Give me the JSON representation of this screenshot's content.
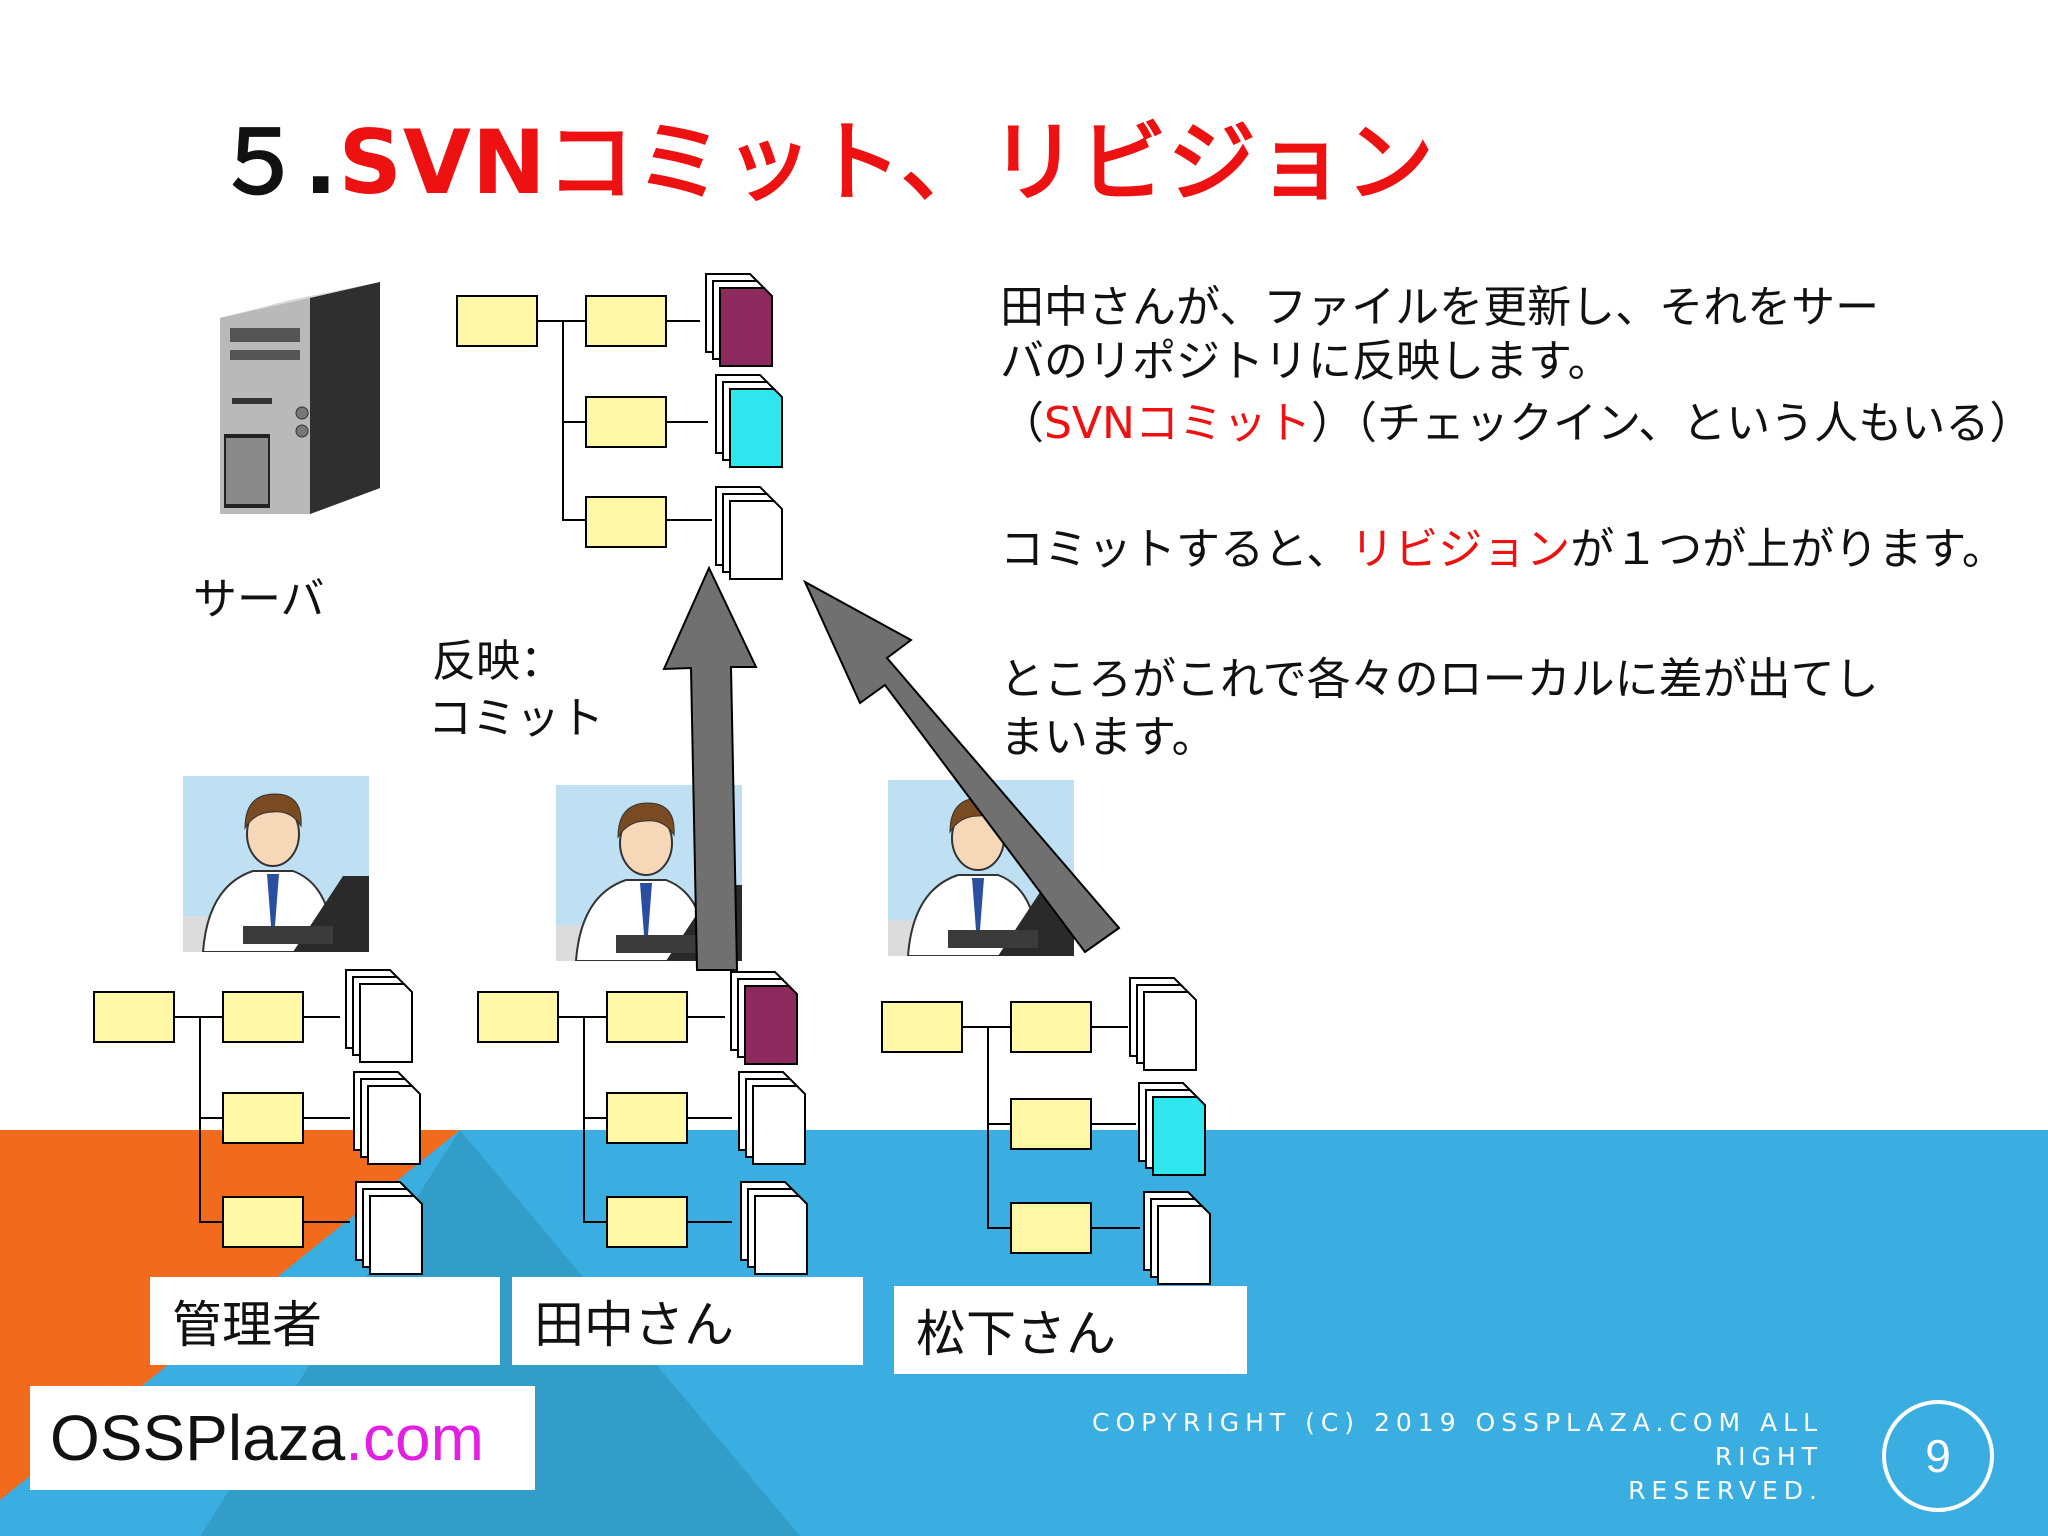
{
  "title": {
    "number": "５",
    "dot": ".",
    "text": "SVNコミット、リビジョン"
  },
  "server_label": "サーバ",
  "commit_label": {
    "line1": "反映：",
    "line2": "コミット"
  },
  "description": {
    "line1": "田中さんが、ファイルを更新し、それをサー",
    "line2": "バのリポジトリに反映します。",
    "line3_a": "（",
    "line3_red": "SVNコミット",
    "line3_b": "）（チェックイン、という人もいる）",
    "line4_a": "コミットすると、",
    "line4_red": "リビジョン",
    "line4_b": "が１つが上がります。",
    "line5": "ところがこれで各々のローカルに差が出てし",
    "line6": "まいます。"
  },
  "users": [
    {
      "name": "管理者"
    },
    {
      "name": "田中さん"
    },
    {
      "name": "松下さん"
    }
  ],
  "logo": {
    "part1": "OSSPlaza",
    "part2": ".com"
  },
  "copyright": {
    "line1": "COPYRIGHT (C) 2019 OSSPLAZA.COM ALL RIGHT",
    "line2": "RESERVED."
  },
  "page_number": "9",
  "colors": {
    "accent_red": "#ee1111",
    "folder_fill": "#fdf7a6",
    "doc_purple": "#8c2a5e",
    "doc_cyan": "#2fe6ee",
    "bg_blue": "#3aaee0",
    "bg_orange": "#f26b1d",
    "arrow_gray": "#707070"
  }
}
